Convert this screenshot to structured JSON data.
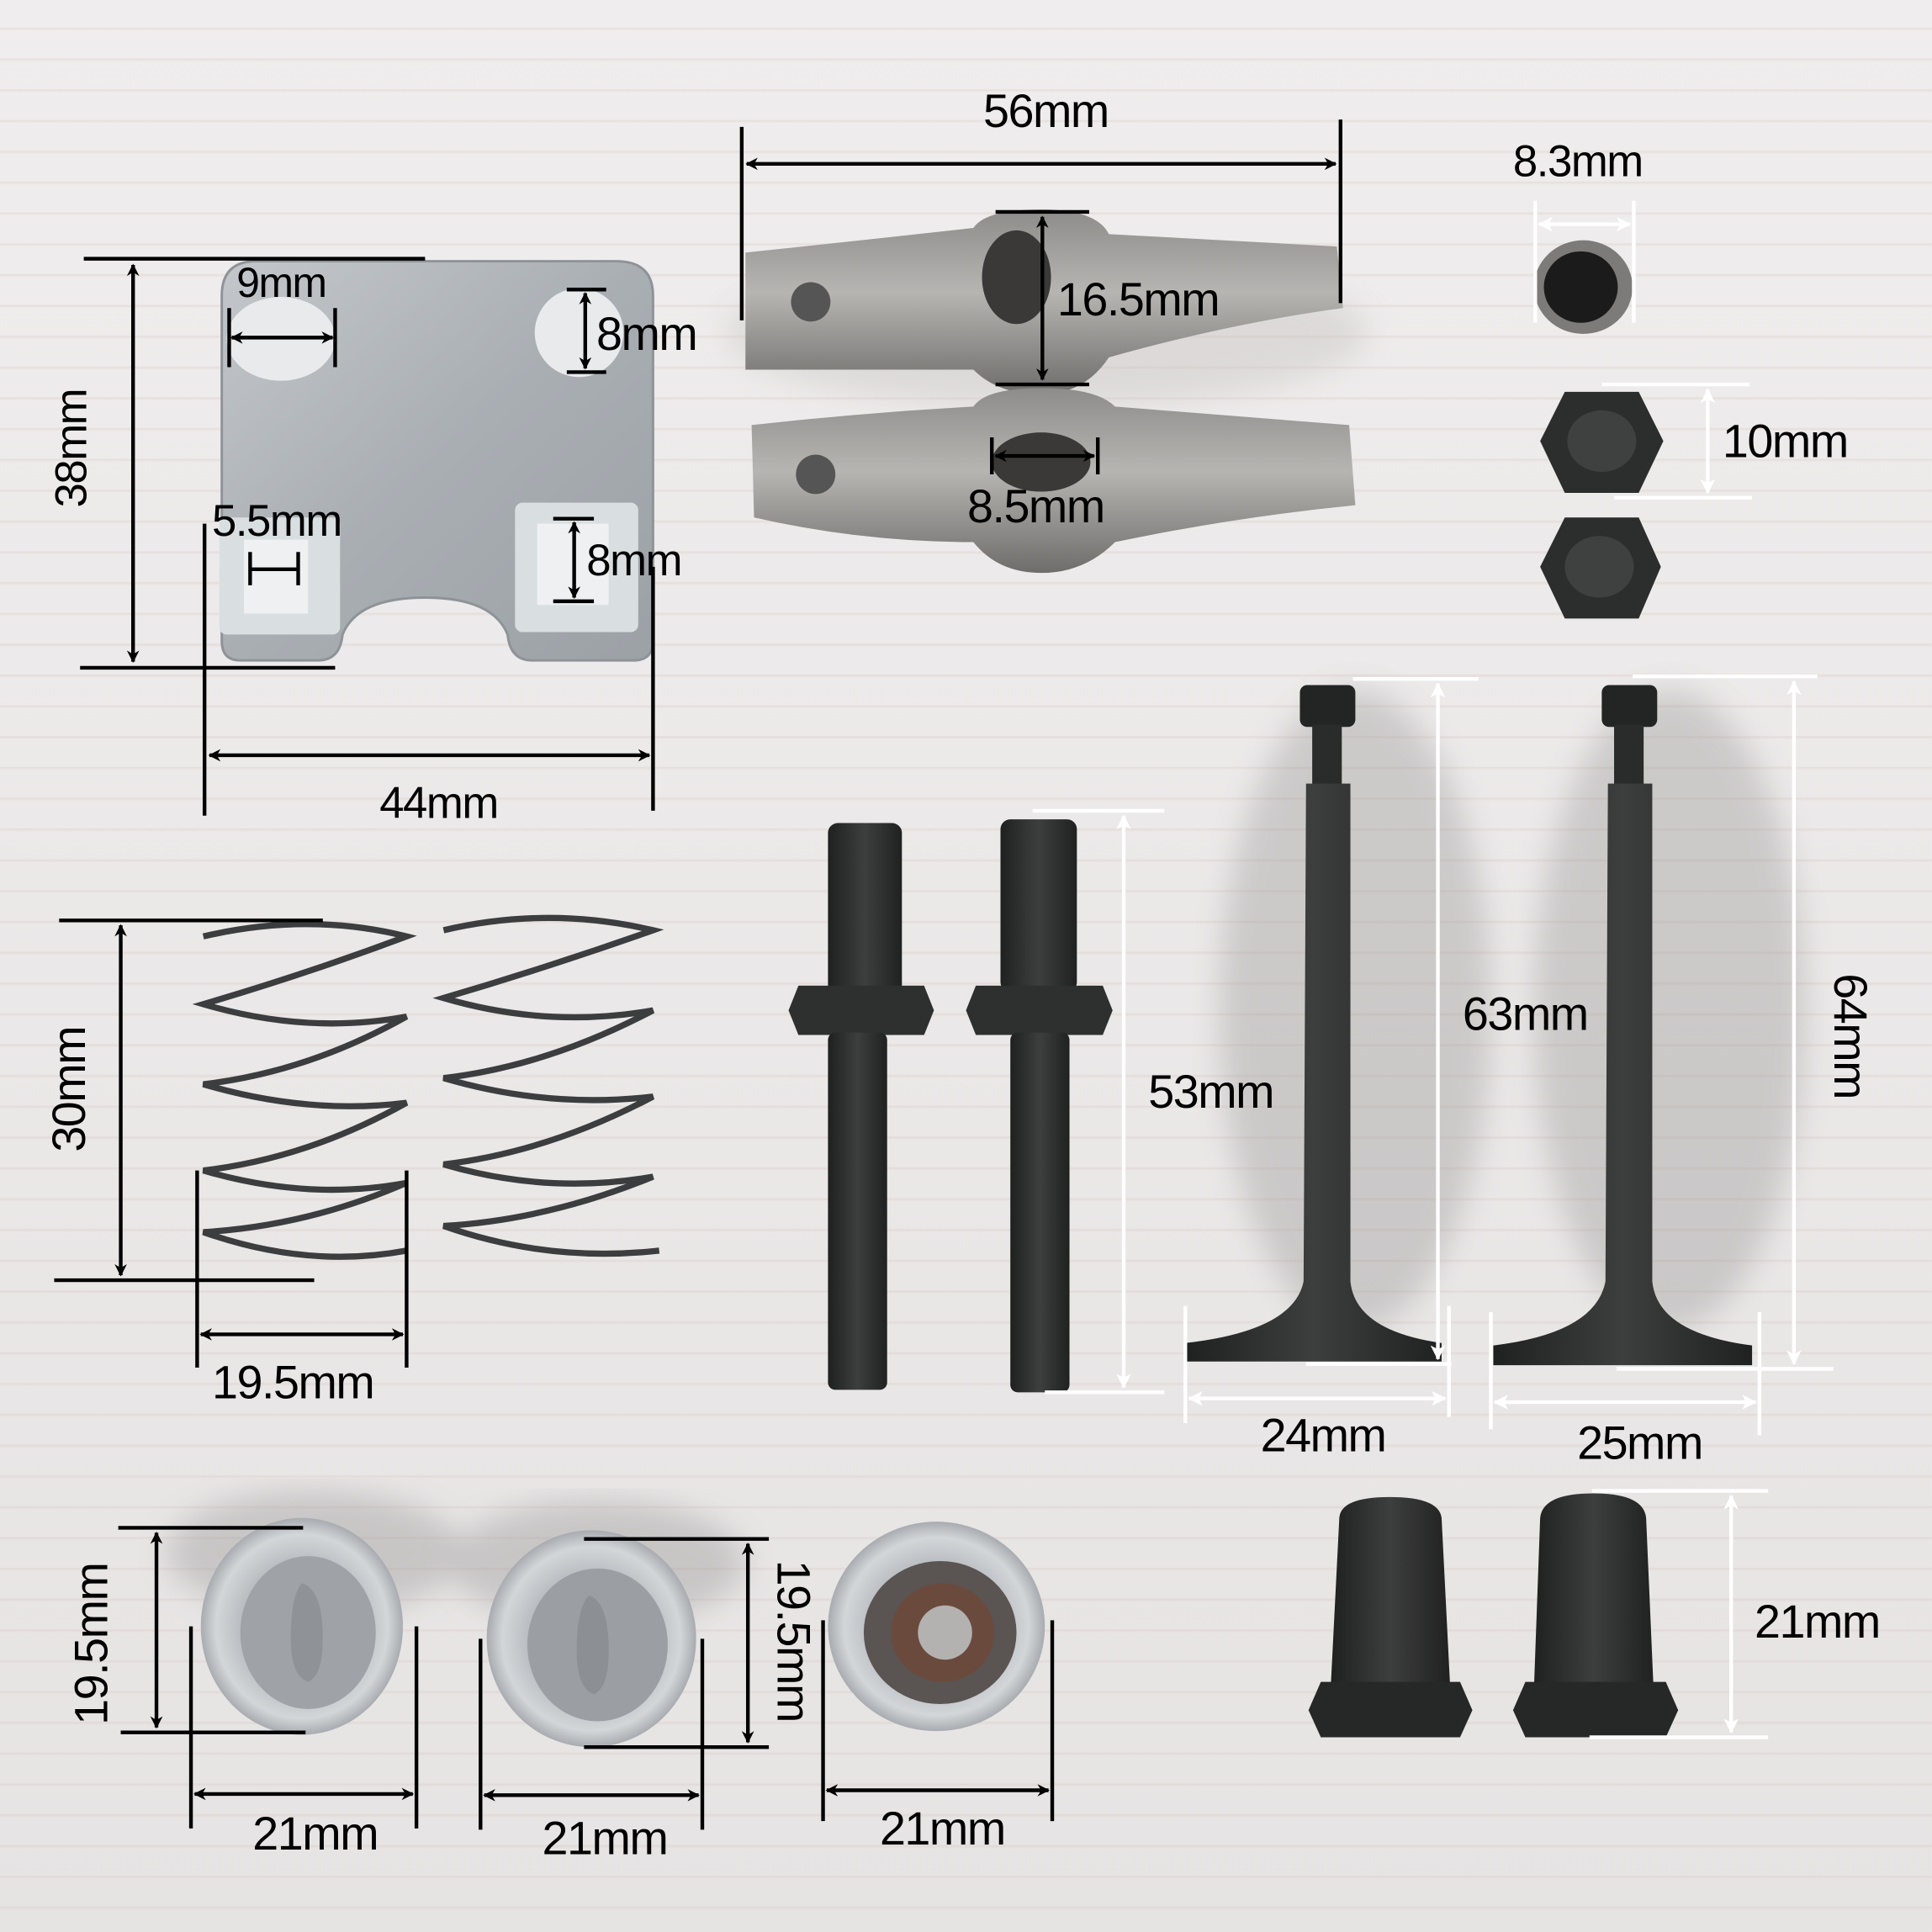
{
  "image": {
    "description": "Engine valve train parts kit photo with dimension annotations",
    "background_color": "#ece9e8",
    "annotation_colors": {
      "black": "#000000",
      "white": "#ffffff"
    }
  },
  "parts": {
    "guide_plate": {
      "name": "Push rod guide plate",
      "dims": {
        "hole_width": "9mm",
        "hole_height": "8mm",
        "height": "38mm",
        "slot_width": "5.5mm",
        "slot_height": "8mm",
        "width": "44mm"
      }
    },
    "rocker_arms": {
      "name": "Rocker arms (x2)",
      "dims": {
        "length": "56mm",
        "height": "16.5mm",
        "slot_width": "8.5mm"
      }
    },
    "nuts": {
      "name": "Rocker nuts",
      "dims": {
        "collar_diameter": "8.3mm",
        "hex_size": "10mm"
      }
    },
    "springs": {
      "name": "Valve springs (x2)",
      "dims": {
        "height": "30mm",
        "diameter": "19.5mm"
      }
    },
    "studs": {
      "name": "Rocker arm studs (x2)",
      "dims": {
        "length": "53mm"
      }
    },
    "valves": {
      "name": "Intake / exhaust valves",
      "dims": {
        "intake_length": "63mm",
        "exhaust_length": "64mm",
        "intake_head": "24mm",
        "exhaust_head": "25mm"
      }
    },
    "retainers": {
      "name": "Valve spring retainers (x3)",
      "dims": {
        "height_1": "19.5mm",
        "height_2": "19.5mm",
        "width_1": "21mm",
        "width_2": "21mm",
        "width_3": "21mm"
      }
    },
    "pivots": {
      "name": "Rocker pivot bolts (x2)",
      "dims": {
        "height": "21mm"
      }
    }
  }
}
